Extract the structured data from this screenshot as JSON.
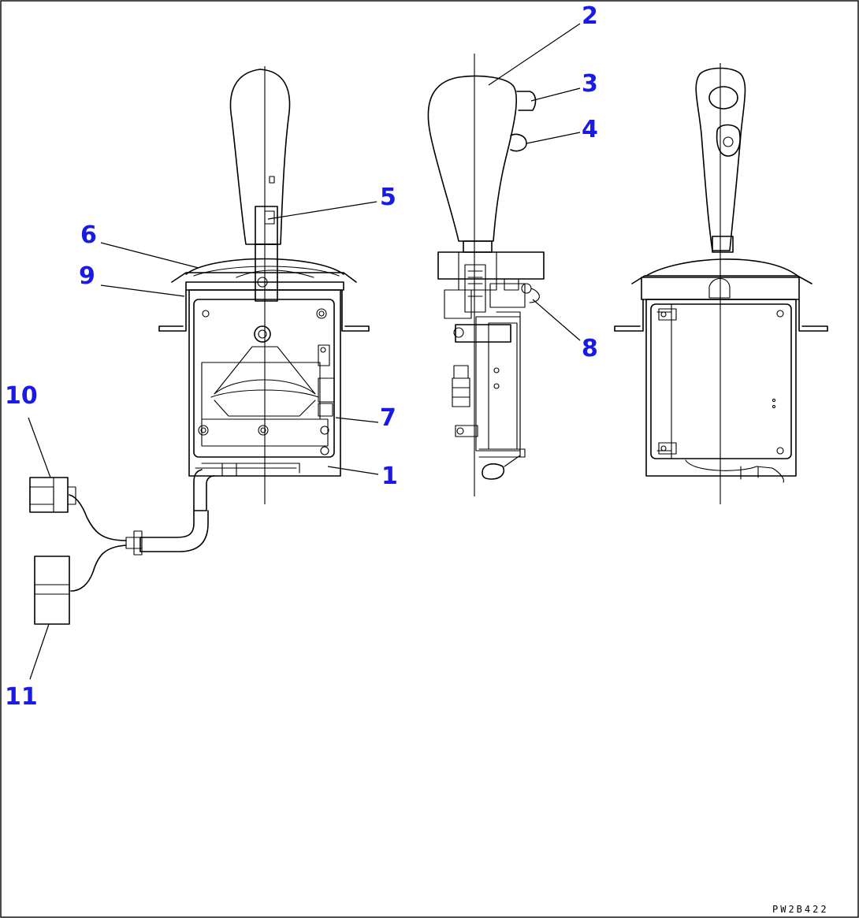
{
  "callouts": [
    "1",
    "2",
    "3",
    "4",
    "5",
    "6",
    "7",
    "8",
    "9",
    "10",
    "11"
  ],
  "drawing_code": "PW2B422",
  "colors": {
    "callout": "#1a1ae6",
    "line": "#000000",
    "background": "#ffffff"
  }
}
